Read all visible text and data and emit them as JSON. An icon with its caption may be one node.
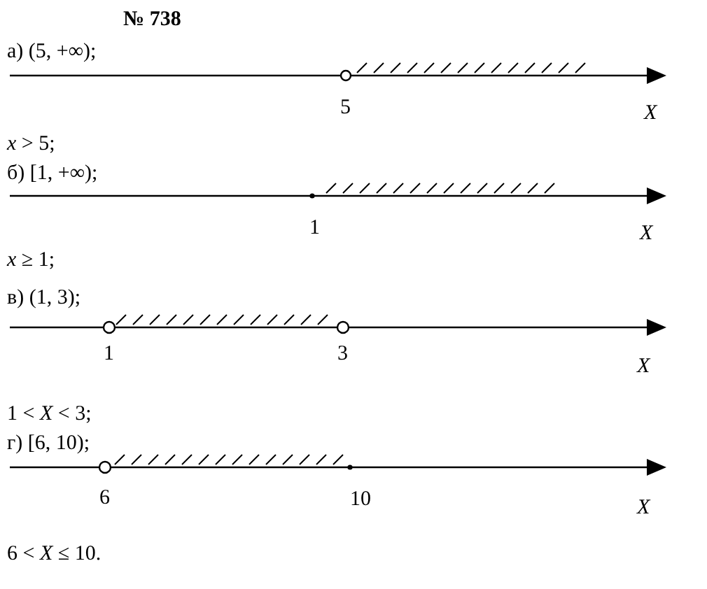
{
  "diagram": {
    "title": "№ 738",
    "labels": [
      "а) (5, +∞);",
      "5",
      "X",
      "*x* > 5;",
      "б) [1, +∞);",
      "1",
      "X",
      "*x* ≥ 1;",
      "в) (1, 3);",
      "1",
      "3",
      "X",
      "1 < *X* < 3;",
      "г) [6, 10);",
      "6",
      "10",
      "X",
      "6 < *X* ≤ 10."
    ]
  }
}
